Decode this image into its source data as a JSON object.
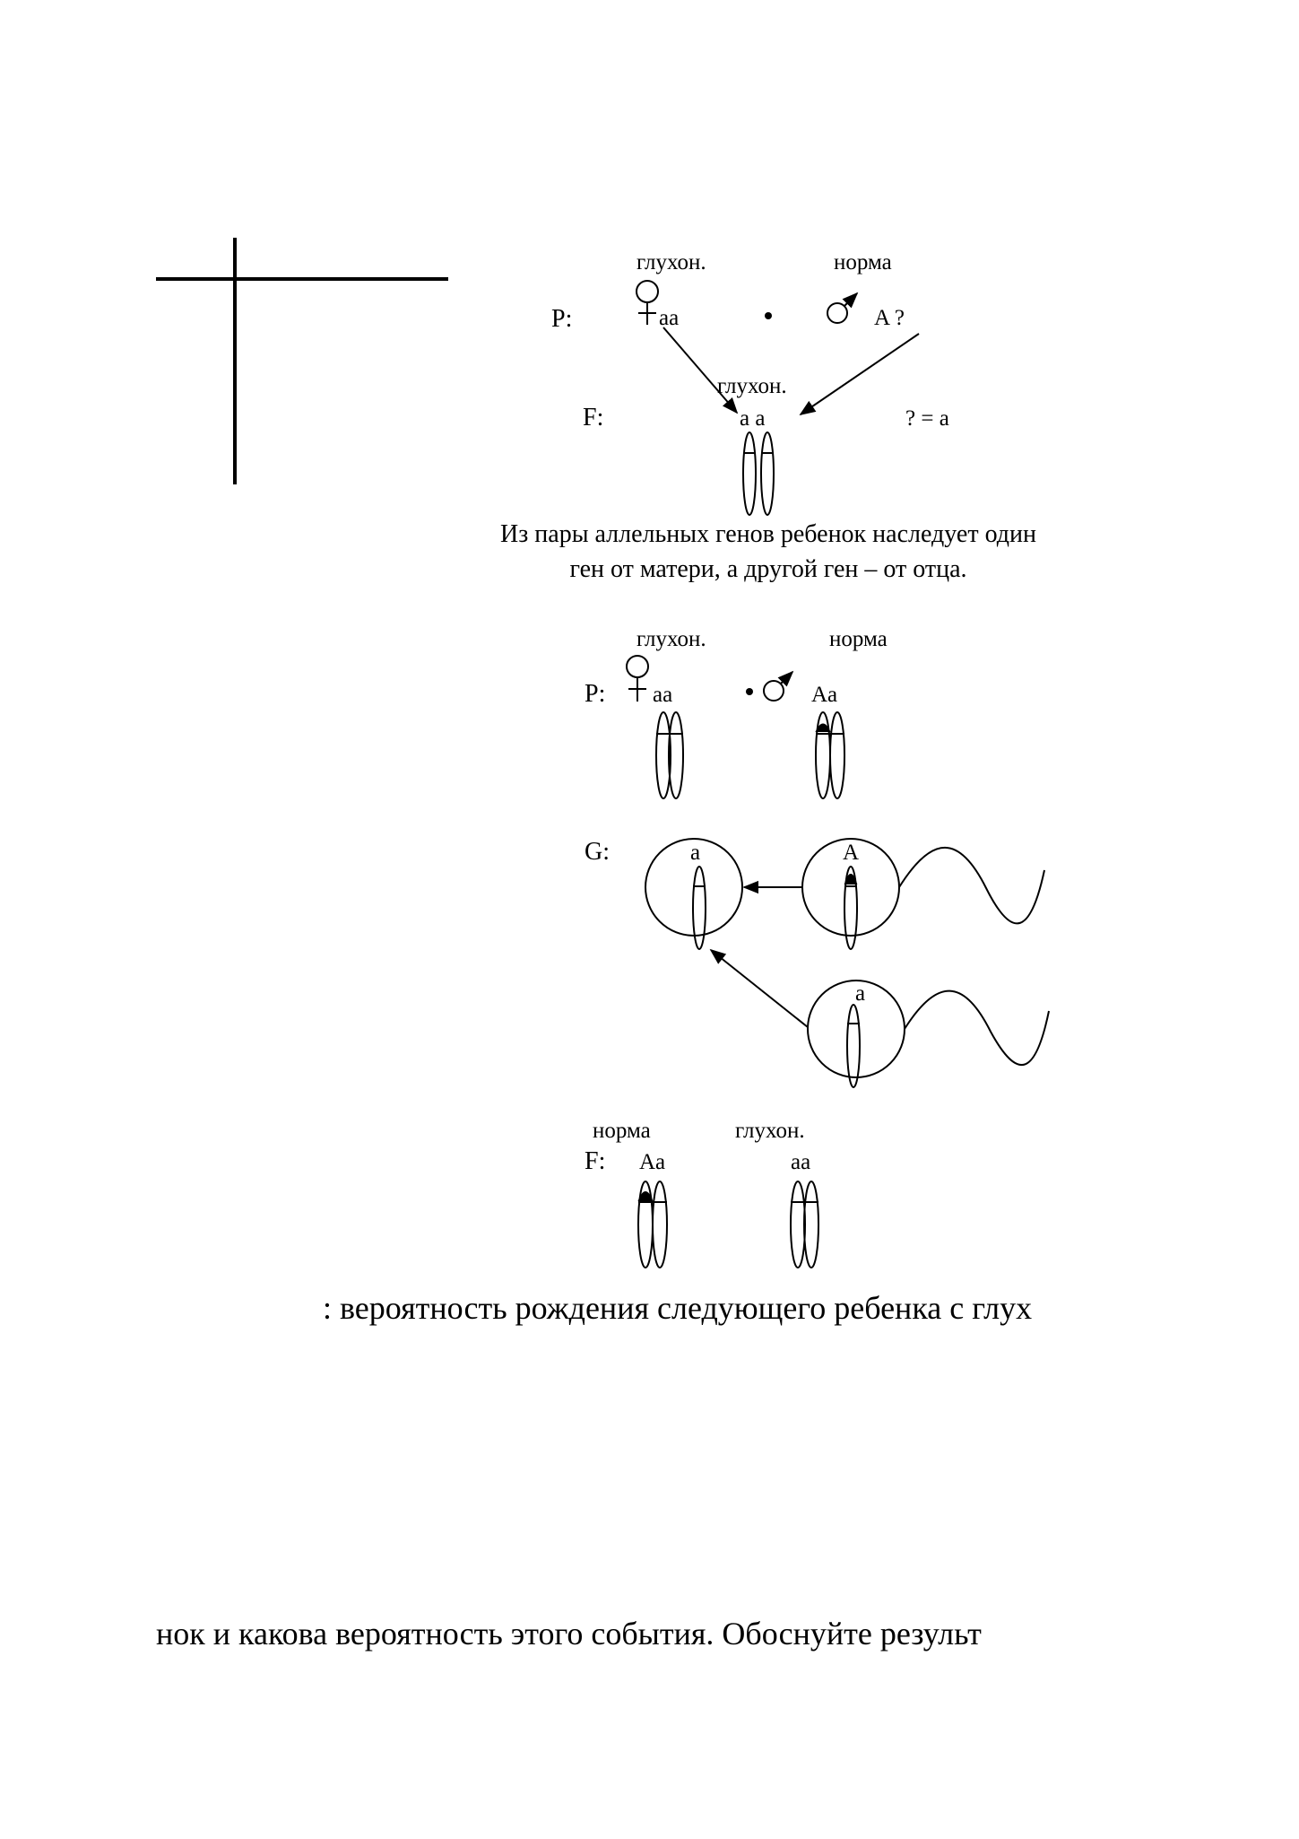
{
  "diagram1": {
    "p_label": "P:",
    "mother_phenotype": "глухон.",
    "father_phenotype": "норма",
    "mother_genotype": "aa",
    "father_genotype": "A ?",
    "f_label": "F:",
    "child_phenotype": "глухон.",
    "child_genotype": "a a",
    "deduction": "? = a"
  },
  "caption": {
    "line1": "Из пары  аллельных генов ребенок наследует один",
    "line2": "ген от матери, а другой ген – от отца."
  },
  "diagram2": {
    "mother_phenotype": "глухон.",
    "father_phenotype": "норма",
    "p_label": "P:",
    "mother_genotype": "aa",
    "father_genotype": "Aa",
    "g_label": "G:",
    "egg_allele": "a",
    "sperm1_allele": "A",
    "sperm2_allele": "a",
    "f_label": "F:",
    "child1_phenotype": "норма",
    "child1_genotype": "Aa",
    "child2_phenotype": "глухон.",
    "child2_genotype": "aa"
  },
  "text": {
    "answer_line": ": вероятность рождения следующего ребенка с глух",
    "bottom_line": "нок и какова вероятность этого события. Обоснуйте результ"
  }
}
